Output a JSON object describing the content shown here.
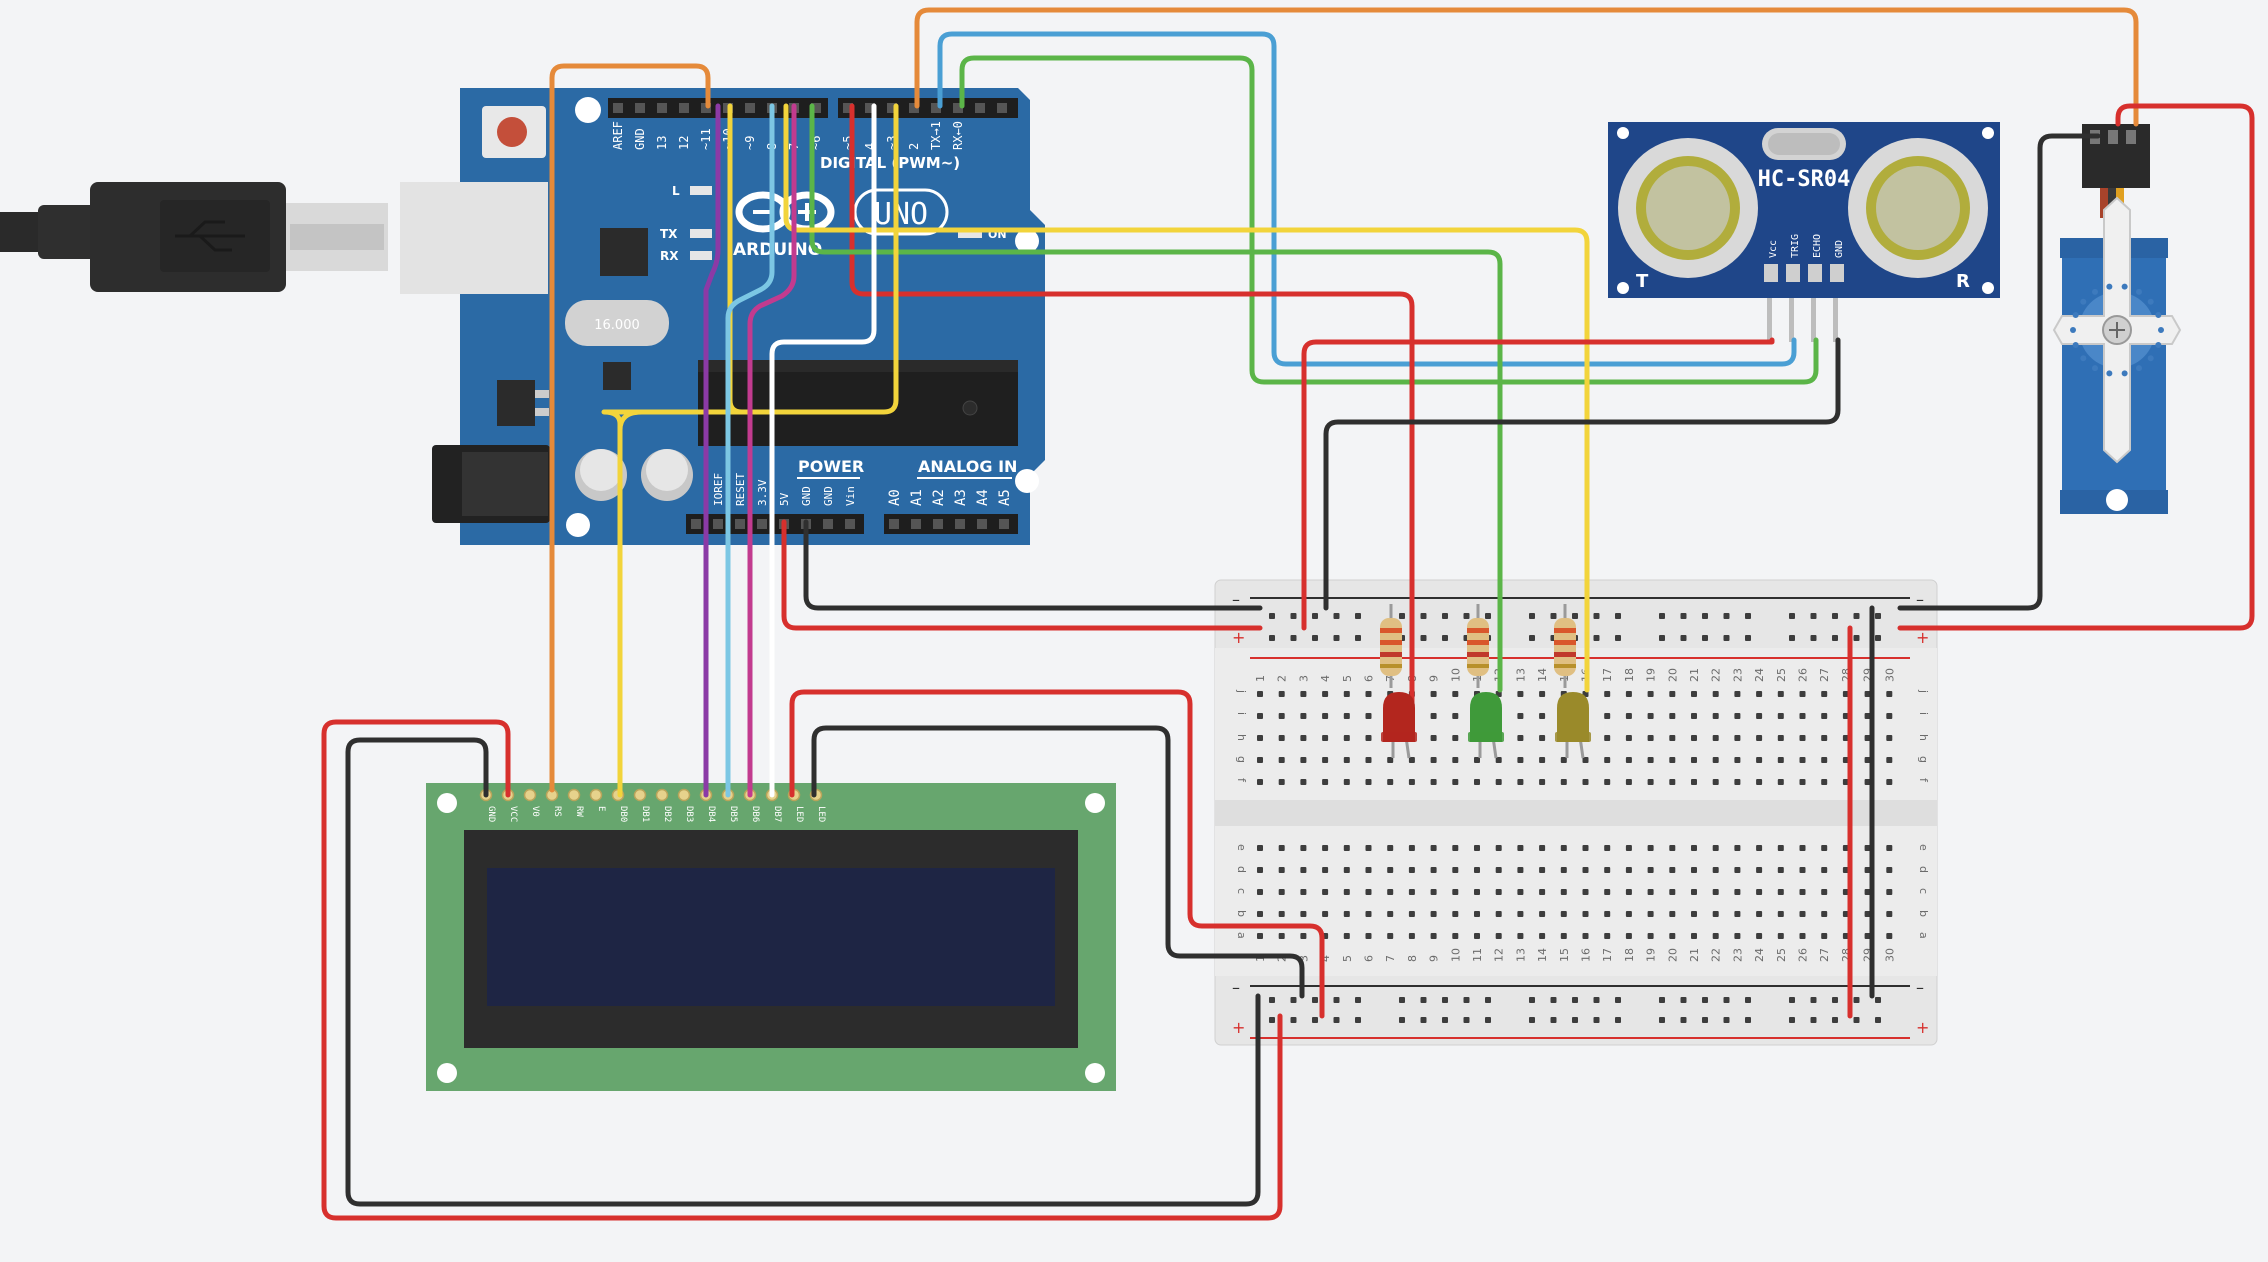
{
  "colors": {
    "red": "#d7302d",
    "black": "#2f2f2f",
    "orange": "#e58a3a",
    "yellow": "#f2d43b",
    "green": "#5bb548",
    "blue": "#4a9fd4",
    "purple": "#8b3aa6",
    "lightblue": "#7cc7e4",
    "magenta": "#c23b8f",
    "white": "#ffffff",
    "arduino_board": "#2b6aa5",
    "lcd_pcb": "#67a66e",
    "sensor_board": "#1f4689",
    "servo_body": "#2f6fb5"
  },
  "arduino": {
    "brand": "ARDUINO",
    "model": "UNO",
    "digital_header_label": "DIGITAL (PWM~)",
    "power_label": "POWER",
    "analog_label": "ANALOG IN",
    "top_pins": [
      "AREF",
      "GND",
      "13",
      "12",
      "~11",
      "~10",
      "~9",
      "8",
      "7",
      "~6",
      "~5",
      "4",
      "~3",
      "2",
      "TX→1",
      "RX←0"
    ],
    "power_pins": [
      "IOREF",
      "RESET",
      "3.3V",
      "5V",
      "GND",
      "GND",
      "Vin"
    ],
    "analog_pins": [
      "A0",
      "A1",
      "A2",
      "A3",
      "A4",
      "A5"
    ],
    "led_labels": [
      "L",
      "TX",
      "RX"
    ],
    "on_label": "ON",
    "crystal_label": "16.000"
  },
  "lcd": {
    "pins": [
      "GND",
      "VCC",
      "V0",
      "RS",
      "RW",
      "E",
      "DB0",
      "DB1",
      "DB2",
      "DB3",
      "DB4",
      "DB5",
      "DB6",
      "DB7",
      "LED",
      "LED"
    ]
  },
  "ultrasonic": {
    "model": "HC-SR04",
    "pins": [
      "Vcc",
      "TRIG",
      "ECHO",
      "GND"
    ],
    "t_label": "T",
    "r_label": "R"
  },
  "breadboard": {
    "columns": [
      "1",
      "2",
      "3",
      "4",
      "5",
      "6",
      "7",
      "8",
      "9",
      "10",
      "11",
      "12",
      "13",
      "14",
      "15",
      "16",
      "17",
      "18",
      "19",
      "20",
      "21",
      "22",
      "23",
      "24",
      "25",
      "26",
      "27",
      "28",
      "29",
      "30"
    ],
    "rows_top": [
      "j",
      "i",
      "h",
      "g",
      "f"
    ],
    "rows_bottom": [
      "e",
      "d",
      "c",
      "b",
      "a"
    ],
    "rail_minus": "–",
    "rail_plus": "+"
  },
  "leds": [
    {
      "name": "red-led",
      "color": "#b3261e"
    },
    {
      "name": "green-led",
      "color": "#3f9a3a"
    },
    {
      "name": "yellow-led",
      "color": "#9a8a2a"
    }
  ]
}
